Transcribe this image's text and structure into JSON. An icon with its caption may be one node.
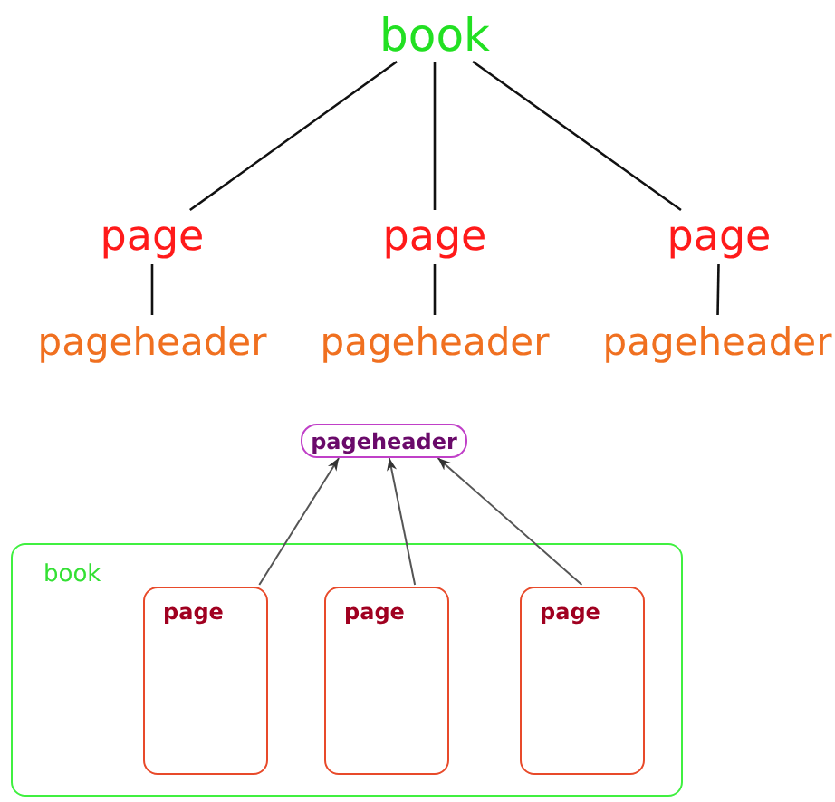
{
  "diagram": {
    "nodes": [
      {
        "text": [
          "book"
        ]
      },
      {
        "text": [
          "page"
        ]
      },
      {
        "text": [
          "page"
        ]
      },
      {
        "text": [
          "page"
        ]
      },
      {
        "text": [
          "pageheader"
        ]
      },
      {
        "text": [
          "pageheader"
        ]
      },
      {
        "text": [
          "pageheader"
        ]
      },
      {
        "text": [
          "pageheader"
        ]
      },
      {
        "text": [
          "book"
        ]
      },
      {
        "text": [
          "page"
        ],
        "in": 8
      },
      {
        "text": [
          "page"
        ],
        "in": 8
      },
      {
        "text": [
          "page"
        ],
        "in": 8
      }
    ],
    "edges": [
      {
        "from": 0,
        "to": 1,
        "arrow": "none"
      },
      {
        "from": 0,
        "to": 2,
        "arrow": "none"
      },
      {
        "from": 0,
        "to": 3,
        "arrow": "none"
      },
      {
        "from": 1,
        "to": 4,
        "arrow": "none"
      },
      {
        "from": 2,
        "to": 5,
        "arrow": "none"
      },
      {
        "from": 3,
        "to": 6,
        "arrow": "none"
      },
      {
        "from": 9,
        "to": 7,
        "arrow": "to"
      },
      {
        "from": 10,
        "to": 7,
        "arrow": "to"
      },
      {
        "from": 11,
        "to": 7,
        "arrow": "to"
      }
    ]
  }
}
